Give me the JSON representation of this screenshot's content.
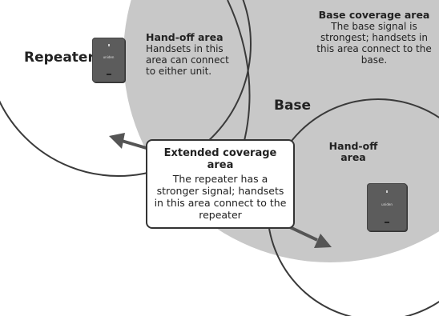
{
  "labels": {
    "repeater": "Repeater",
    "base": "Base"
  },
  "handoff_top": {
    "title": "Hand-off area",
    "body": "Handsets in this area can connect to either unit."
  },
  "base_coverage": {
    "title": "Base coverage area",
    "body": "The base signal is strongest; handsets in this area connect to the base."
  },
  "handoff_right": {
    "title_line1": "Hand-off",
    "title_line2": "area"
  },
  "extended": {
    "title": "Extended coverage area",
    "body": "The repeater has a stronger  signal;  handsets in this area connect to the repeater"
  },
  "devices": {
    "logo_text": "uniden"
  },
  "colors": {
    "base_fill": "#c8c8c8",
    "stroke": "#3a3a3a",
    "arrow": "#555555",
    "device": "#5c5c5c"
  }
}
